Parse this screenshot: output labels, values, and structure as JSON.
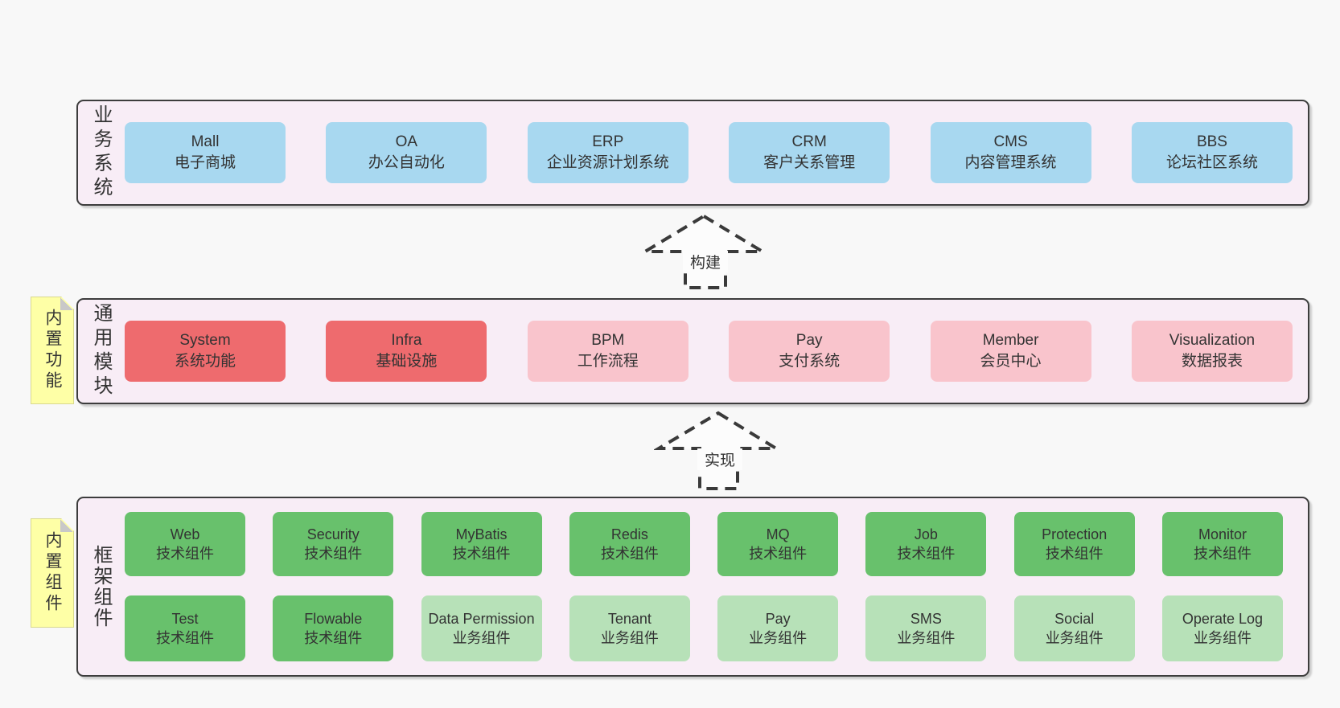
{
  "page": {
    "background": "#f8f8f8",
    "band_background": "#f8edf6",
    "band_border": "#3d3d3d"
  },
  "colors": {
    "blue": "#a8d8f0",
    "red": "#ee6b6e",
    "pink": "#f9c4cc",
    "green": "#68c16c",
    "light-green": "#b7e1b8",
    "sticky": "#feffa6"
  },
  "bands": [
    {
      "id": "business-systems",
      "label": "业务系统",
      "sticky": null,
      "rows": [
        [
          {
            "name": "Mall",
            "desc": "电子商城",
            "variant": "blue"
          },
          {
            "name": "OA",
            "desc": "办公自动化",
            "variant": "blue"
          },
          {
            "name": "ERP",
            "desc": "企业资源计划系统",
            "variant": "blue"
          },
          {
            "name": "CRM",
            "desc": "客户关系管理",
            "variant": "blue"
          },
          {
            "name": "CMS",
            "desc": "内容管理系统",
            "variant": "blue"
          },
          {
            "name": "BBS",
            "desc": "论坛社区系统",
            "variant": "blue"
          }
        ]
      ]
    },
    {
      "id": "common-modules",
      "label": "通用模块",
      "sticky": "内置功能",
      "rows": [
        [
          {
            "name": "System",
            "desc": "系统功能",
            "variant": "red"
          },
          {
            "name": "Infra",
            "desc": "基础设施",
            "variant": "red"
          },
          {
            "name": "BPM",
            "desc": "工作流程",
            "variant": "pink"
          },
          {
            "name": "Pay",
            "desc": "支付系统",
            "variant": "pink"
          },
          {
            "name": "Member",
            "desc": "会员中心",
            "variant": "pink"
          },
          {
            "name": "Visualization",
            "desc": "数据报表",
            "variant": "pink"
          }
        ]
      ]
    },
    {
      "id": "framework-components",
      "label": "框架组件",
      "sticky": "内置组件",
      "rows": [
        [
          {
            "name": "Web",
            "desc": "技术组件",
            "variant": "green"
          },
          {
            "name": "Security",
            "desc": "技术组件",
            "variant": "green"
          },
          {
            "name": "MyBatis",
            "desc": "技术组件",
            "variant": "green"
          },
          {
            "name": "Redis",
            "desc": "技术组件",
            "variant": "green"
          },
          {
            "name": "MQ",
            "desc": "技术组件",
            "variant": "green"
          },
          {
            "name": "Job",
            "desc": "技术组件",
            "variant": "green"
          },
          {
            "name": "Protection",
            "desc": "技术组件",
            "variant": "green"
          },
          {
            "name": "Monitor",
            "desc": "技术组件",
            "variant": "green"
          }
        ],
        [
          {
            "name": "Test",
            "desc": "技术组件",
            "variant": "green"
          },
          {
            "name": "Flowable",
            "desc": "技术组件",
            "variant": "green"
          },
          {
            "name": "Data Permission",
            "desc": "业务组件",
            "variant": "light-green"
          },
          {
            "name": "Tenant",
            "desc": "业务组件",
            "variant": "light-green"
          },
          {
            "name": "Pay",
            "desc": "业务组件",
            "variant": "light-green"
          },
          {
            "name": "SMS",
            "desc": "业务组件",
            "variant": "light-green"
          },
          {
            "name": "Social",
            "desc": "业务组件",
            "variant": "light-green"
          },
          {
            "name": "Operate Log",
            "desc": "业务组件",
            "variant": "light-green"
          }
        ]
      ]
    }
  ],
  "arrows": [
    {
      "id": "build",
      "label": "构建"
    },
    {
      "id": "implement",
      "label": "实现"
    }
  ]
}
